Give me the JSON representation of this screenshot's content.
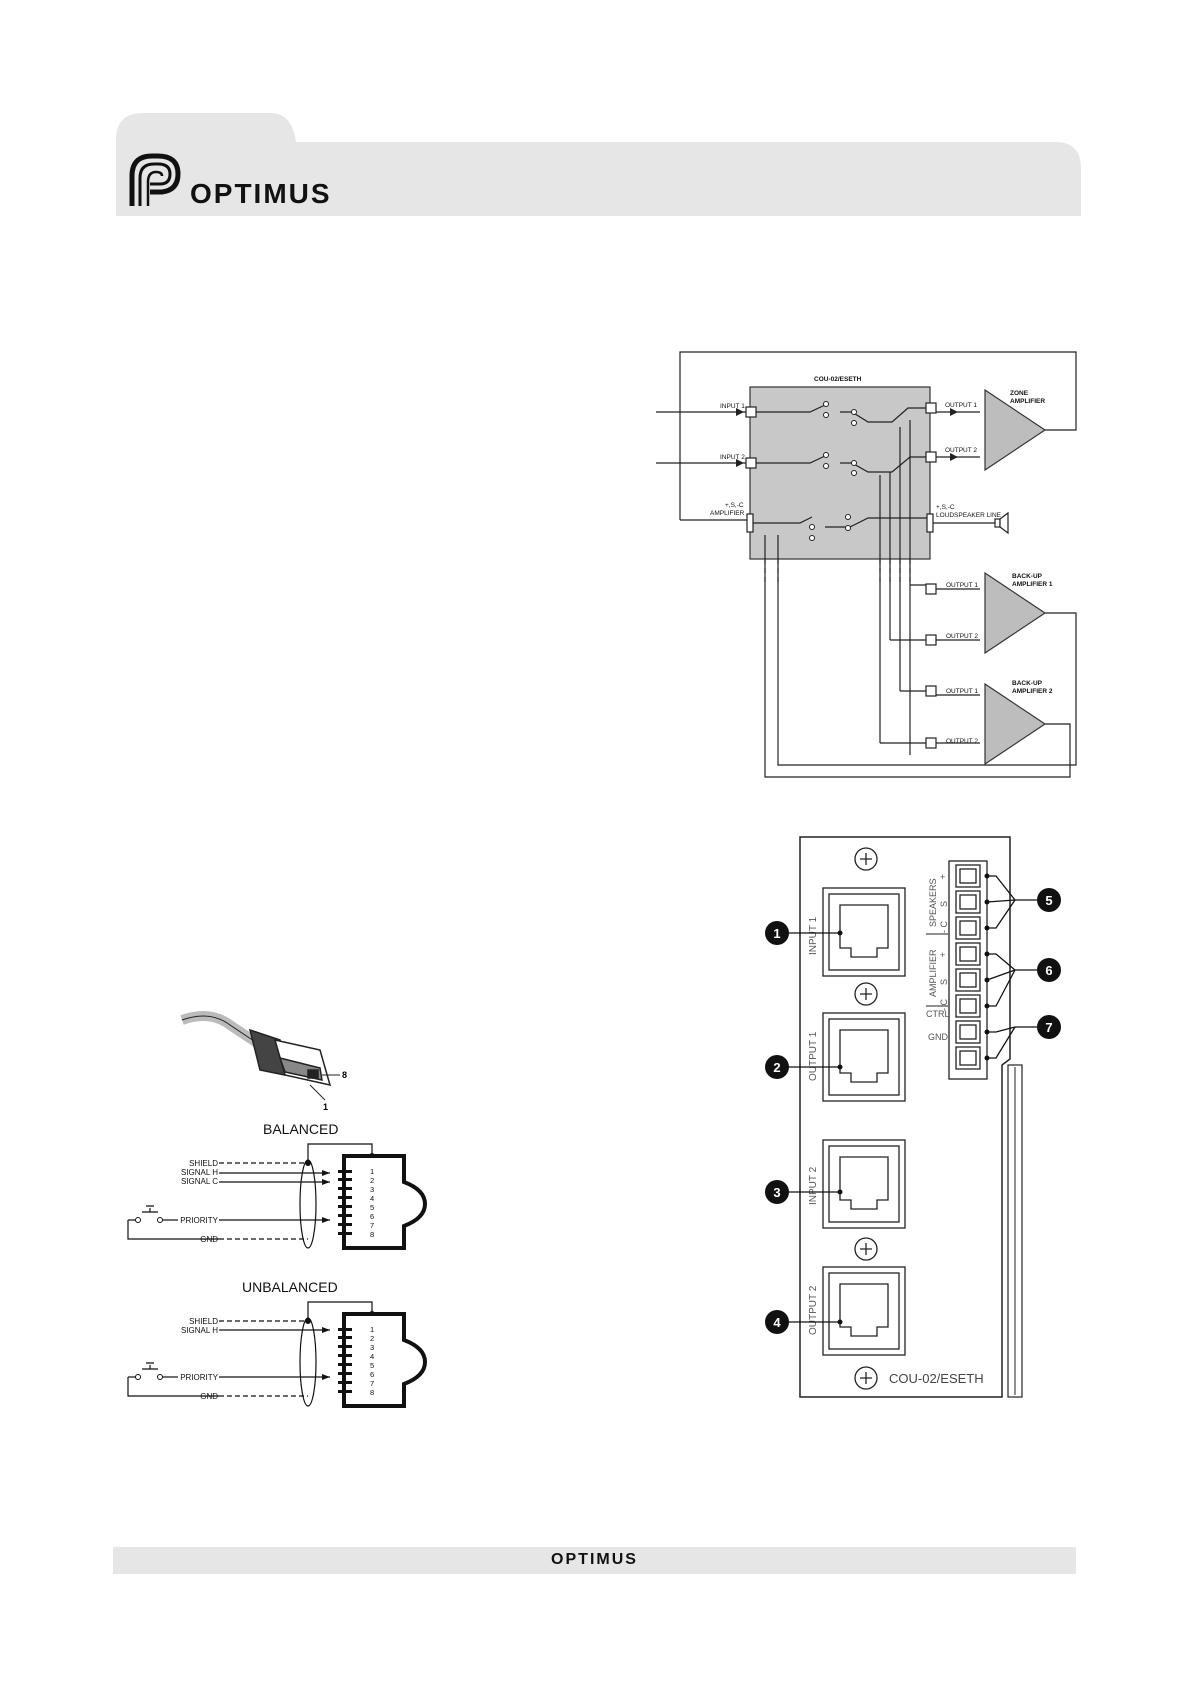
{
  "header": {
    "brand": "OPTIMUS"
  },
  "footer": {
    "brand": "OPTIMUS"
  },
  "block_diagram": {
    "title": "COU-02/ESETH",
    "input1": "INPUT 1",
    "input2": "INPUT 2",
    "amp_line1": "+,S,-C",
    "amp_line2": "AMPLIFIER",
    "out1": "OUTPUT 1",
    "out2": "OUTPUT 2",
    "ls_line1": "+,S,-C",
    "ls_line2": "LOUDSPEAKER LINE",
    "zone1": "ZONE",
    "zone2": "AMPLIFIER",
    "backup1_l1": "BACK-UP",
    "backup1_l2": "AMPLIFIER 1",
    "b1_out1": "OUTPUT 1",
    "b1_out2": "OUTPUT 2",
    "backup2_l1": "BACK-UP",
    "backup2_l2": "AMPLIFIER 2",
    "b2_out1": "OUTPUT 1",
    "b2_out2": "OUTPUT 2"
  },
  "connector": {
    "pin8": "8",
    "pin1": "1",
    "balanced": {
      "title": "BALANCED",
      "labels": [
        "SHIELD",
        "SIGNAL H",
        "SIGNAL C",
        "PRIORITY",
        "GND"
      ],
      "pins": [
        "1",
        "2",
        "3",
        "4",
        "5",
        "6",
        "7",
        "8"
      ]
    },
    "unbalanced": {
      "title": "UNBALANCED",
      "labels": [
        "SHIELD",
        "SIGNAL H",
        "PRIORITY",
        "GND"
      ],
      "pins": [
        "1",
        "2",
        "3",
        "4",
        "5",
        "6",
        "7",
        "8"
      ]
    }
  },
  "panel": {
    "model": "COU-02/ESETH",
    "ports": [
      "INPUT 1",
      "OUTPUT 1",
      "INPUT 2",
      "OUTPUT 2"
    ],
    "callouts": [
      "1",
      "2",
      "3",
      "4",
      "5",
      "6",
      "7"
    ],
    "speakers": "SPEAKERS",
    "amplifier": "AMPLIFIER",
    "ctrl": "CTRL",
    "gnd": "GND",
    "plus": "+",
    "s": "S",
    "minus_c": "- C"
  }
}
